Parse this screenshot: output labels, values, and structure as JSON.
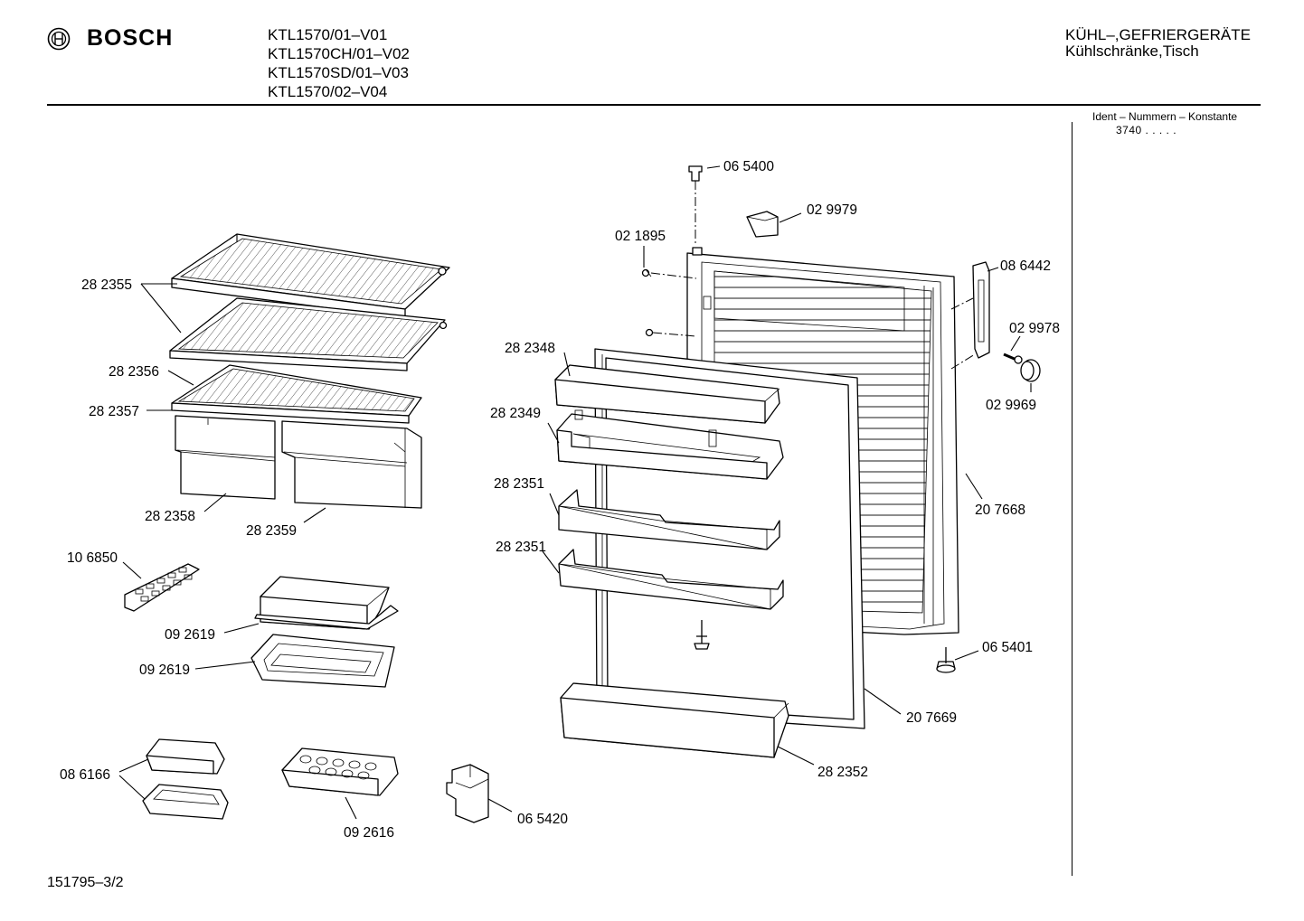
{
  "header": {
    "brand": "BOSCH",
    "models": [
      "KTL1570/01–V01",
      "KTL1570CH/01–V02",
      "KTL1570SD/01–V03",
      "KTL1570/02–V04"
    ],
    "category_line1": "KÜHL–,GEFRIERGERÄTE",
    "category_line2": "Kühlschränke,Tisch"
  },
  "ident": {
    "label": "Ident – Nummern – Konstante",
    "value": "3740 . . . . ."
  },
  "footer": {
    "document_number": "151795–3/2"
  },
  "parts": [
    {
      "id": "p-065400",
      "number": "06 5400"
    },
    {
      "id": "p-029979",
      "number": "02 9979"
    },
    {
      "id": "p-021895",
      "number": "02 1895"
    },
    {
      "id": "p-086442",
      "number": "08 6442"
    },
    {
      "id": "p-029978",
      "number": "02 9978"
    },
    {
      "id": "p-029969",
      "number": "02 9969"
    },
    {
      "id": "p-282355",
      "number": "28 2355"
    },
    {
      "id": "p-282356",
      "number": "28 2356"
    },
    {
      "id": "p-282357",
      "number": "28 2357"
    },
    {
      "id": "p-282348",
      "number": "28 2348"
    },
    {
      "id": "p-282349",
      "number": "28 2349"
    },
    {
      "id": "p-282351a",
      "number": "28 2351"
    },
    {
      "id": "p-282351b",
      "number": "28 2351"
    },
    {
      "id": "p-207668",
      "number": "20 7668"
    },
    {
      "id": "p-282358",
      "number": "28 2358"
    },
    {
      "id": "p-282359",
      "number": "28 2359"
    },
    {
      "id": "p-106850",
      "number": "10 6850"
    },
    {
      "id": "p-092619a",
      "number": "09 2619"
    },
    {
      "id": "p-092619b",
      "number": "09 2619"
    },
    {
      "id": "p-065401",
      "number": "06 5401"
    },
    {
      "id": "p-207669",
      "number": "20 7669"
    },
    {
      "id": "p-282352",
      "number": "28 2352"
    },
    {
      "id": "p-086166",
      "number": "08 6166"
    },
    {
      "id": "p-092616",
      "number": "09 2616"
    },
    {
      "id": "p-065420",
      "number": "06 5420"
    }
  ]
}
